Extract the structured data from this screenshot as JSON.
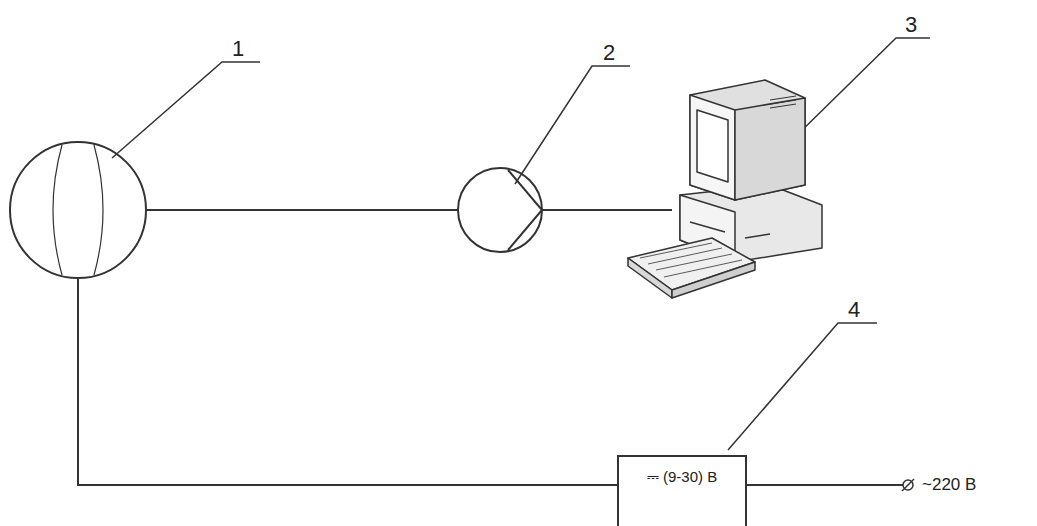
{
  "diagram": {
    "nodes": [
      {
        "text": [
          "⎓ (9-30) В"
        ]
      }
    ],
    "labels": [
      "1",
      "2",
      "3",
      "4",
      "~220 В"
    ]
  }
}
